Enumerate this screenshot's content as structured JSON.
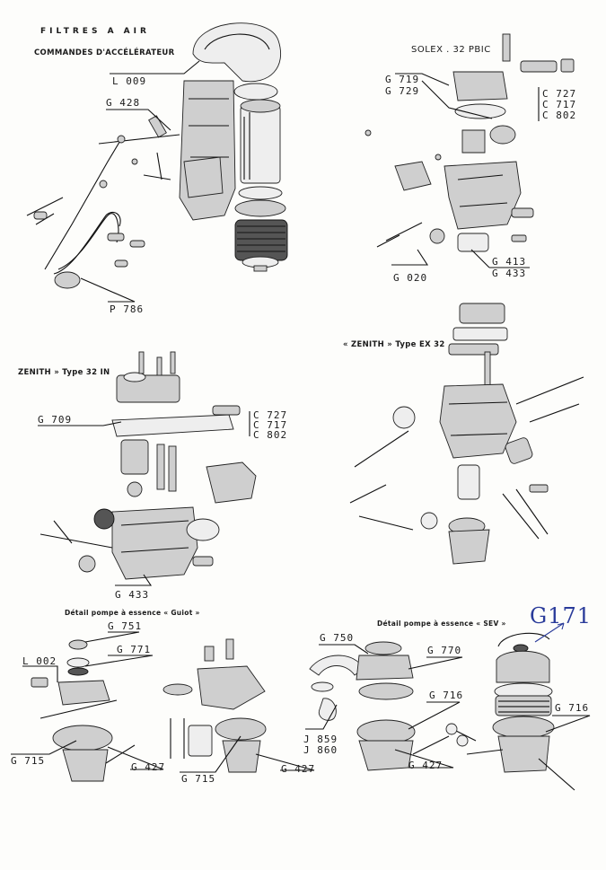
{
  "headers": {
    "filtres": "FILTRES  A  AIR",
    "commandes": "COMMANDES D'ACCÉLÉRATEUR",
    "solex": "SOLEX .  32 PBIC",
    "zenith_in": "ZENITH »  Type  32 IN",
    "zenith_ex": "« ZENITH » Type  EX 32",
    "guiot": "Détail pompe à essence « Guiot »",
    "sev": "Détail pompe à essence « SEV »"
  },
  "handwritten": "G171",
  "labels": {
    "l009": "L 009",
    "g428": "G 428",
    "p786": "P 786",
    "g719": "G 719",
    "g729": "G 729",
    "c727a": "C 727",
    "c717a": "C 717",
    "c802a": "C 802",
    "g020": "G 020",
    "g413": "G 413",
    "g433a": "G 433",
    "g709": "G 709",
    "c727b": "C 727",
    "c717b": "C 717",
    "c802b": "C 802",
    "g433b": "G 433",
    "g751": "G 751",
    "l002": "L 002",
    "g771": "G 771",
    "g715a": "G 715",
    "g427a": "G 427",
    "g715b": "G 715",
    "g427b": "G 427",
    "g750": "G 750",
    "g770": "G 770",
    "g716a": "G 716",
    "j859": "J 859",
    "j860": "J 860",
    "g427c": "G 427",
    "g716b": "G 716"
  }
}
